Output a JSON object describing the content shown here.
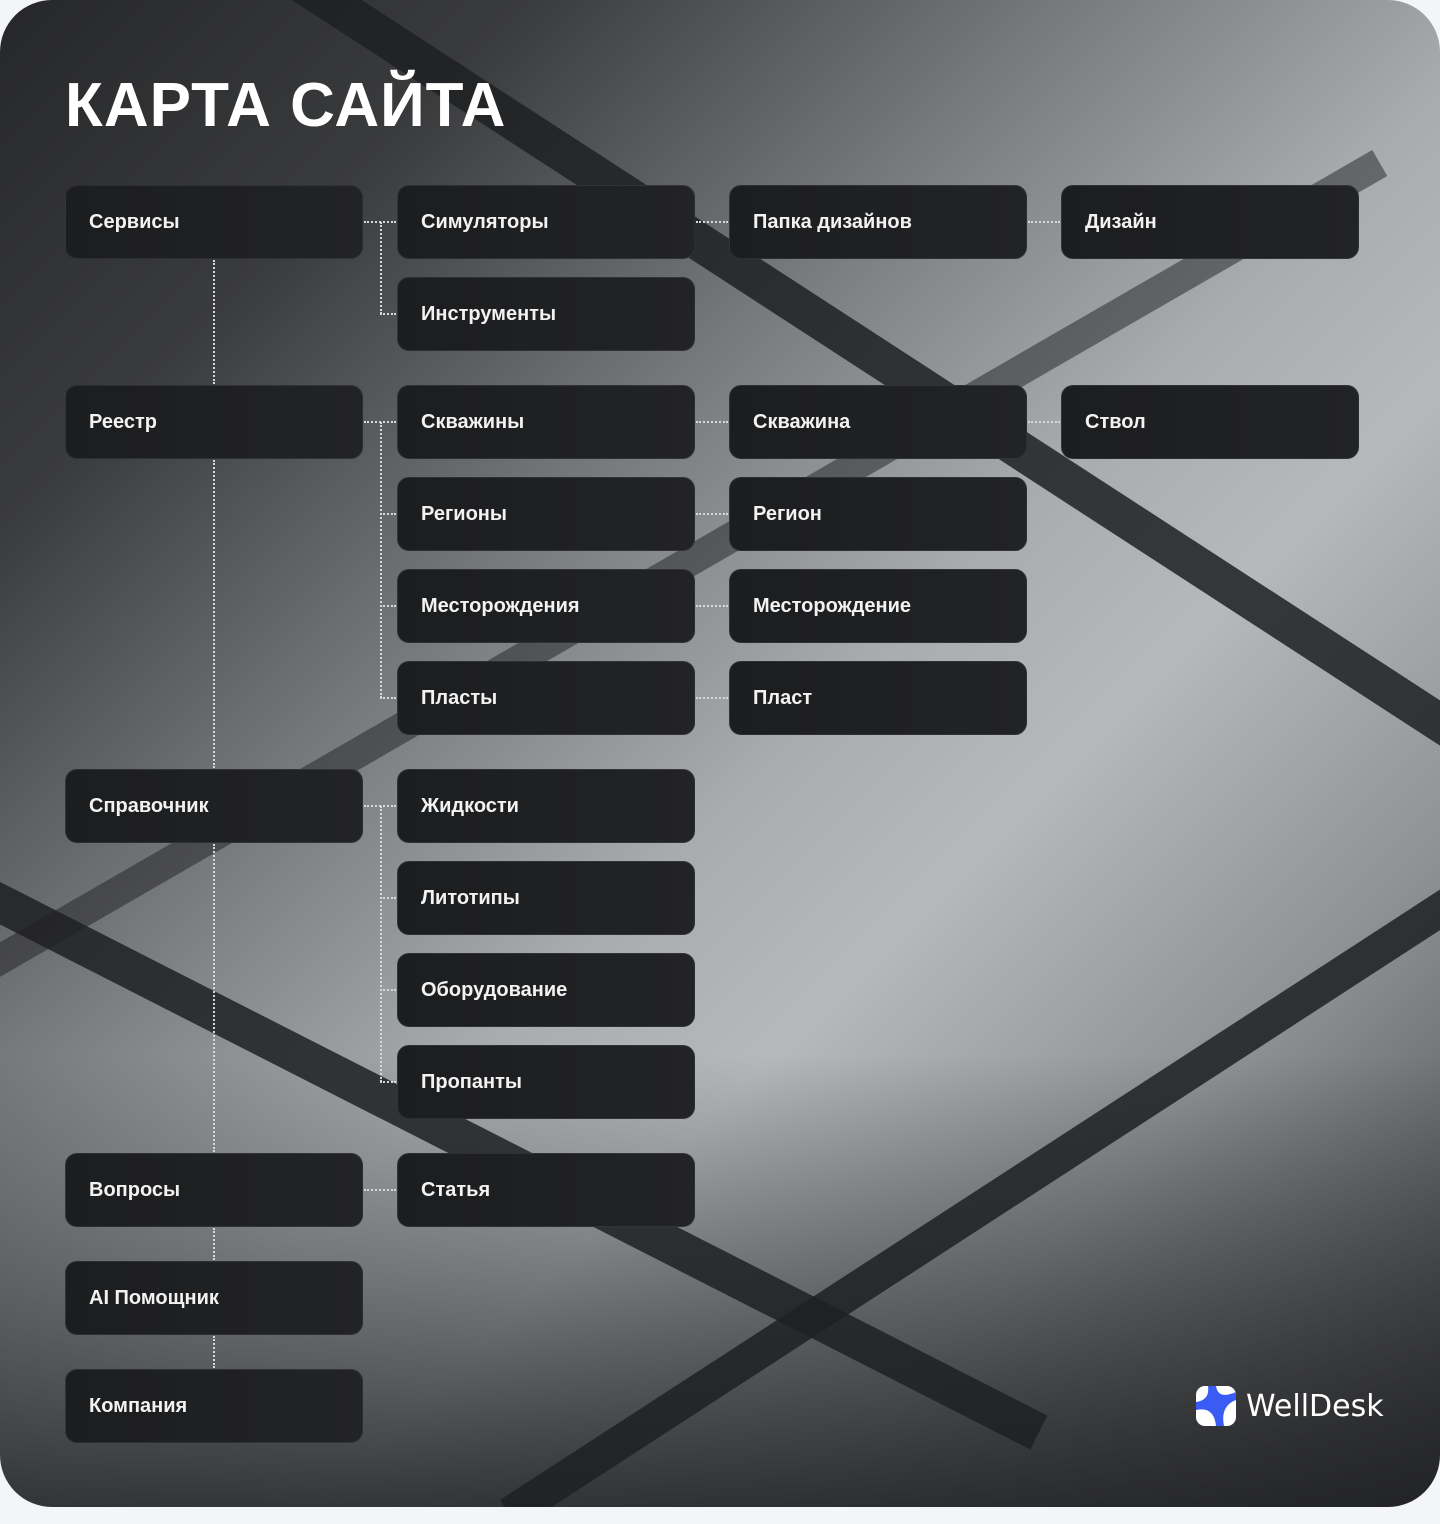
{
  "title": "КАРТА САЙТА",
  "brand": {
    "name": "WellDesk",
    "accent": "#3a5cf5"
  },
  "sections": {
    "services": {
      "label": "Сервисы",
      "children": {
        "simulators": {
          "label": "Симуляторы",
          "next": "Папка дизайнов",
          "next2": "Дизайн"
        },
        "tools": {
          "label": "Инструменты"
        }
      }
    },
    "registry": {
      "label": "Реестр",
      "children": {
        "wells": {
          "label": "Скважины",
          "next": "Скважина",
          "next2": "Ствол"
        },
        "regions": {
          "label": "Регионы",
          "next": "Регион"
        },
        "fields": {
          "label": "Месторождения",
          "next": "Месторождение"
        },
        "layers": {
          "label": "Пласты",
          "next": "Пласт"
        }
      }
    },
    "reference": {
      "label": "Справочник",
      "children": {
        "fluids": {
          "label": "Жидкости"
        },
        "lithotypes": {
          "label": "Литотипы"
        },
        "equipment": {
          "label": "Оборудование"
        },
        "proppants": {
          "label": "Пропанты"
        }
      }
    },
    "questions": {
      "label": "Вопросы",
      "children": {
        "article": {
          "label": "Статья"
        }
      }
    },
    "ai": {
      "label": "AI Помощник"
    },
    "company": {
      "label": "Компания"
    }
  }
}
